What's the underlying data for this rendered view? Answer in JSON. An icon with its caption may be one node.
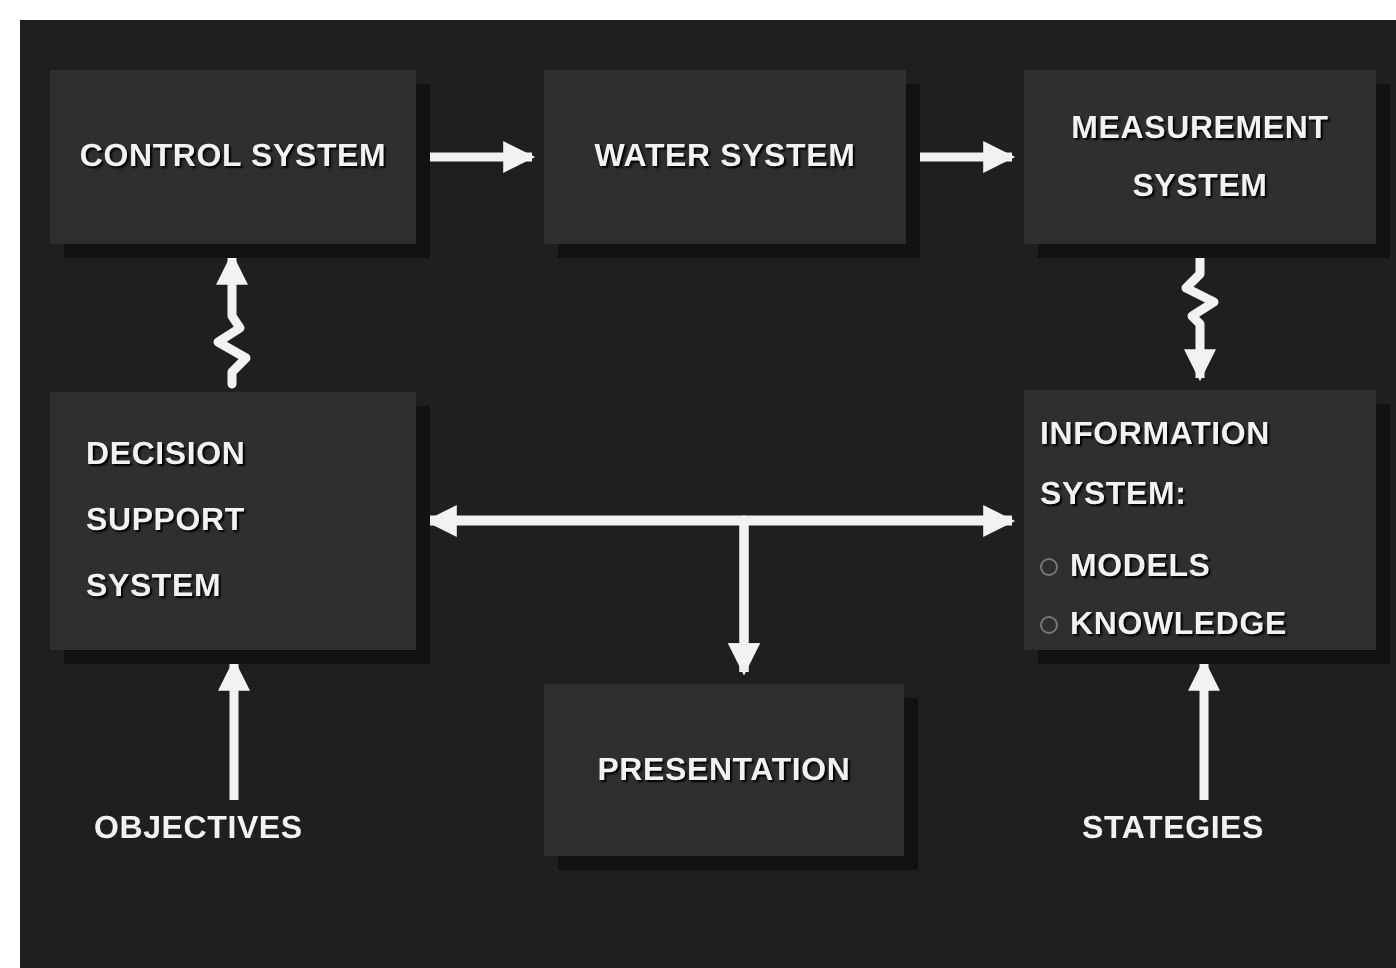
{
  "diagram": {
    "nodes": [
      {
        "text": [
          "CONTROL SYSTEM"
        ]
      },
      {
        "text": [
          "WATER SYSTEM"
        ]
      },
      {
        "text": [
          "MEASUREMENT SYSTEM"
        ]
      },
      {
        "text": [
          "DECISION SUPPORT SYSTEM"
        ]
      },
      {
        "text": [
          "PRESENTATION"
        ]
      },
      {
        "text": [
          "INFORMATION SYSTEM:",
          "MODELS",
          "KNOWLEDGE"
        ]
      },
      {
        "text": [
          "OBJECTIVES"
        ]
      },
      {
        "text": [
          "STATEGIES"
        ]
      }
    ],
    "edges": [
      {
        "from": 0,
        "to": 1,
        "arrow": "to"
      },
      {
        "from": 1,
        "to": 2,
        "arrow": "to"
      },
      {
        "from": 2,
        "to": 5,
        "arrow": "to"
      },
      {
        "from": 3,
        "to": 0,
        "arrow": "to"
      },
      {
        "from": 3,
        "to": 5,
        "arrow": "both"
      },
      {
        "from": 3,
        "to": 4,
        "arrow": "to"
      },
      {
        "from": 5,
        "to": 4,
        "arrow": "to"
      },
      {
        "from": 6,
        "to": 3,
        "arrow": "to"
      },
      {
        "from": 7,
        "to": 5,
        "arrow": "to"
      }
    ]
  }
}
